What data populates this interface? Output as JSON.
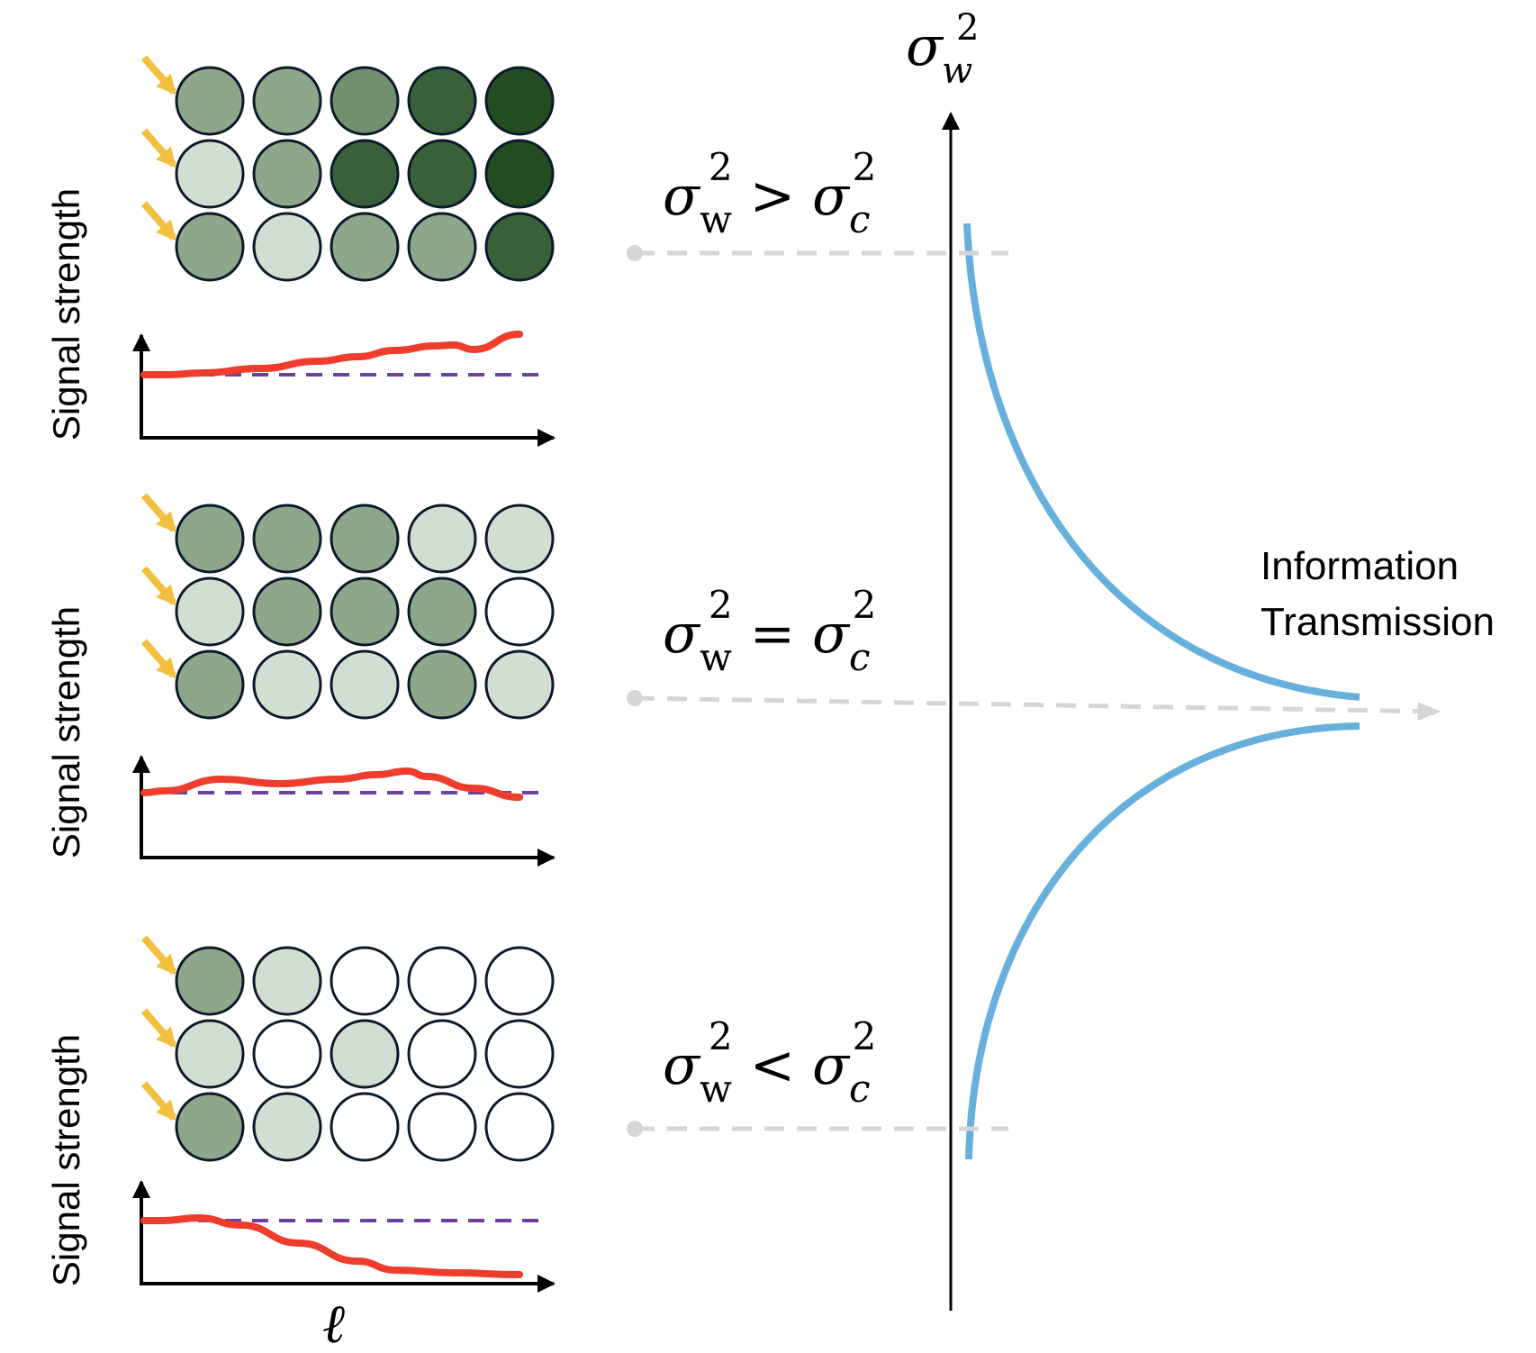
{
  "panels": [
    {
      "id": "high",
      "y_axis_label": "Signal strength",
      "grid_shades": [
        [
          2,
          2,
          3,
          4,
          5
        ],
        [
          1,
          2,
          4,
          4,
          5
        ],
        [
          2,
          1,
          2,
          2,
          4
        ]
      ],
      "signal_curve": [
        [
          0,
          0.0
        ],
        [
          0.06,
          0.0
        ],
        [
          0.15,
          0.02
        ],
        [
          0.3,
          0.07
        ],
        [
          0.45,
          0.15
        ],
        [
          0.55,
          0.2
        ],
        [
          0.65,
          0.27
        ],
        [
          0.75,
          0.32
        ],
        [
          0.8,
          0.33
        ],
        [
          0.85,
          0.28
        ],
        [
          0.97,
          0.45
        ]
      ],
      "regime": {
        "lhs": "σ",
        "lhs_sub": "w",
        "lhs_sup": "2",
        "op": ">",
        "rhs": "σ",
        "rhs_sub": "c",
        "rhs_sup": "2"
      }
    },
    {
      "id": "critical",
      "y_axis_label": "Signal strength",
      "grid_shades": [
        [
          2,
          2,
          2,
          1,
          1
        ],
        [
          1,
          2,
          2,
          2,
          0
        ],
        [
          2,
          1,
          1,
          2,
          1
        ]
      ],
      "signal_curve": [
        [
          0,
          0.0
        ],
        [
          0.05,
          0.02
        ],
        [
          0.2,
          0.15
        ],
        [
          0.35,
          0.1
        ],
        [
          0.5,
          0.15
        ],
        [
          0.6,
          0.2
        ],
        [
          0.68,
          0.24
        ],
        [
          0.73,
          0.18
        ],
        [
          0.85,
          0.05
        ],
        [
          0.97,
          -0.05
        ]
      ],
      "regime": {
        "lhs": "σ",
        "lhs_sub": "w",
        "lhs_sup": "2",
        "op": "=",
        "rhs": "σ",
        "rhs_sub": "c",
        "rhs_sup": "2"
      }
    },
    {
      "id": "low",
      "y_axis_label": "Signal strength",
      "grid_shades": [
        [
          2,
          1,
          0,
          0,
          0
        ],
        [
          1,
          0,
          1,
          0,
          0
        ],
        [
          2,
          1,
          0,
          0,
          0
        ]
      ],
      "signal_curve": [
        [
          0,
          0.0
        ],
        [
          0.05,
          0.0
        ],
        [
          0.14,
          0.03
        ],
        [
          0.25,
          -0.05
        ],
        [
          0.4,
          -0.25
        ],
        [
          0.55,
          -0.45
        ],
        [
          0.65,
          -0.55
        ],
        [
          0.8,
          -0.58
        ],
        [
          0.97,
          -0.6
        ]
      ],
      "regime": {
        "lhs": "σ",
        "lhs_sub": "w",
        "lhs_sup": "2",
        "op": "<",
        "rhs": "σ",
        "rhs_sub": "c",
        "rhs_sup": "2"
      }
    }
  ],
  "x_axis_symbol": "ℓ",
  "vertical_axis": {
    "symbol": "σ",
    "sub": "w",
    "sup": "2"
  },
  "curve_label": [
    "Information",
    "Transmission"
  ],
  "colors": {
    "shades": [
      "#ffffff",
      "#d4ddd2",
      "#8ea689",
      "#738f6e",
      "#3a6039",
      "#234c21"
    ],
    "neuron_stroke": "#0b1a2b",
    "input_arrow": "#f2c040",
    "signal": "#ee3d2d",
    "baseline": "#6f3fa0",
    "guide": "#d6d6d6",
    "curve": "#67b0dc",
    "axis": "#000000"
  }
}
